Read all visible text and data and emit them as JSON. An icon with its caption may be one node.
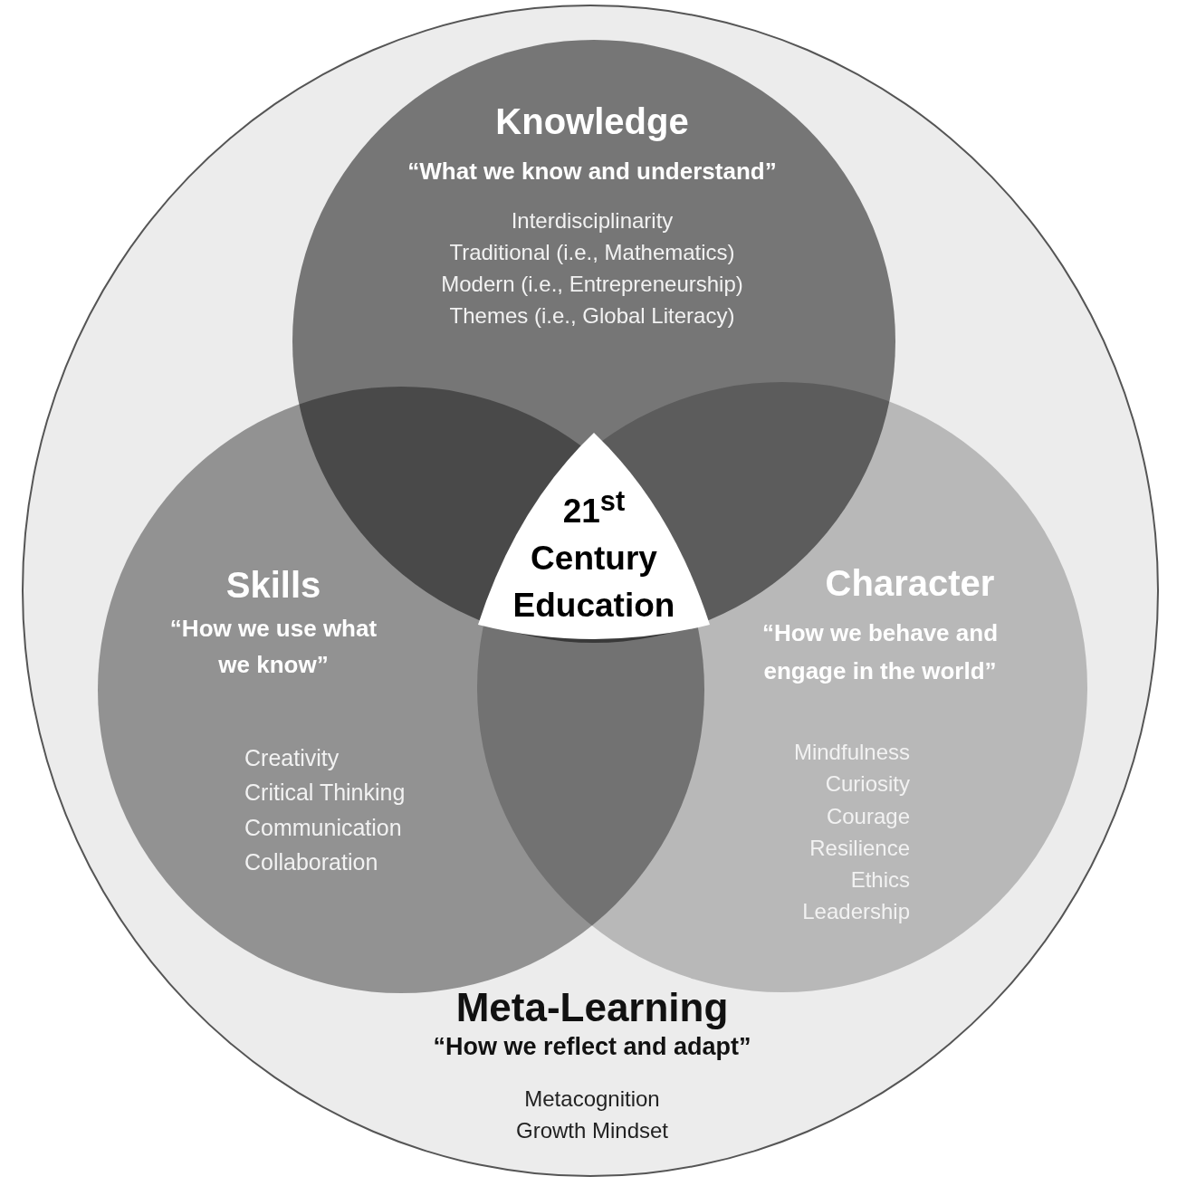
{
  "diagram": {
    "nodes": [
      {
        "text": [
          "Meta-Learning",
          "“How we reflect and adapt”",
          "Metacognition",
          "Growth Mindset"
        ]
      },
      {
        "text": [
          "Knowledge",
          "“What we know and understand”",
          "Interdisciplinarity",
          "Traditional (i.e., Mathematics)",
          "Modern (i.e., Entrepreneurship)",
          "Themes (i.e., Global Literacy)"
        ],
        "in": 0
      },
      {
        "text": [
          "Skills",
          "“How we use what we know”",
          "Creativity",
          "Critical Thinking",
          "Communication",
          "Collaboration"
        ],
        "in": 0
      },
      {
        "text": [
          "Character",
          "“How we behave and engage in the world”",
          "Mindfulness",
          "Curiosity",
          "Courage",
          "Resilience",
          "Ethics",
          "Leadership"
        ],
        "in": 0
      },
      {
        "text": [
          "21$^{st}$ Century Education"
        ]
      }
    ],
    "edges": []
  }
}
